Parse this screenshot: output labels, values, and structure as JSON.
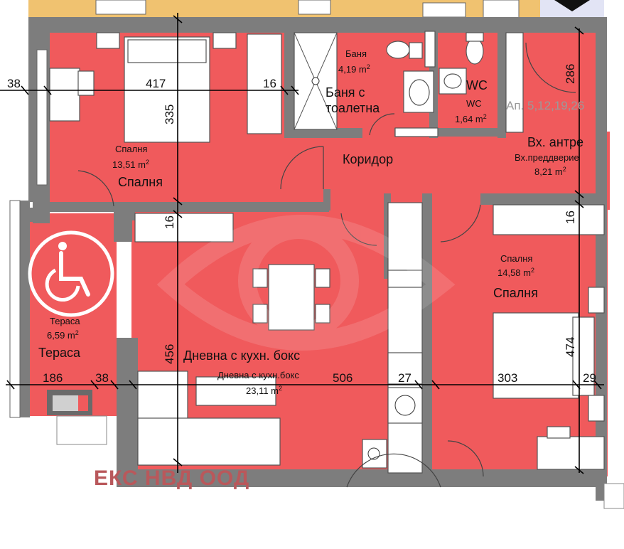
{
  "rooms": {
    "bath": {
      "title": "Баня",
      "area": "4,19 m",
      "sup": "2"
    },
    "bath_wc": {
      "label": "Баня с тоалетна",
      "line1": "Баня с",
      "line2": "тоалетна"
    },
    "wc": {
      "label": "WC",
      "title": "WC",
      "area": "1,64 m",
      "sup": "2"
    },
    "apartments": "Ап. 5,12,19,26",
    "entrance": {
      "label": "Вх. антре",
      "title": "Вх.преддверие",
      "area": "8,21 m",
      "sup": "2"
    },
    "corridor": {
      "label": "Коридор"
    },
    "bedroom1": {
      "title": "Спалня",
      "area": "13,51 m",
      "sup": "2",
      "label": "Спалня"
    },
    "bedroom2": {
      "title": "Спалня",
      "area": "14,58 m",
      "sup": "2",
      "label": "Спалня"
    },
    "terrace": {
      "title": "Тераса",
      "area": "6,59 m",
      "sup": "2",
      "label": "Тераса"
    },
    "living": {
      "label": "Дневна с кухн. бокс",
      "title": "Дневна с кухн.бокс",
      "area": "23,11 m",
      "sup": "2"
    }
  },
  "dimensions": {
    "d38_top": "38",
    "d417": "417",
    "d16_a": "16",
    "d335": "335",
    "d286": "286",
    "d16_b": "16",
    "d16_c": "16",
    "d456": "456",
    "d474": "474",
    "d186": "186",
    "d38_b": "38",
    "d506": "506",
    "d27": "27",
    "d303": "303",
    "d29": "29"
  },
  "watermark": "ЕКС НВД ООД",
  "icons": {
    "accessibility": "wheelchair-icon"
  },
  "colors": {
    "room": "#f05a5c",
    "wall": "#7d7d7d",
    "corridor_band": "#f0c270"
  }
}
